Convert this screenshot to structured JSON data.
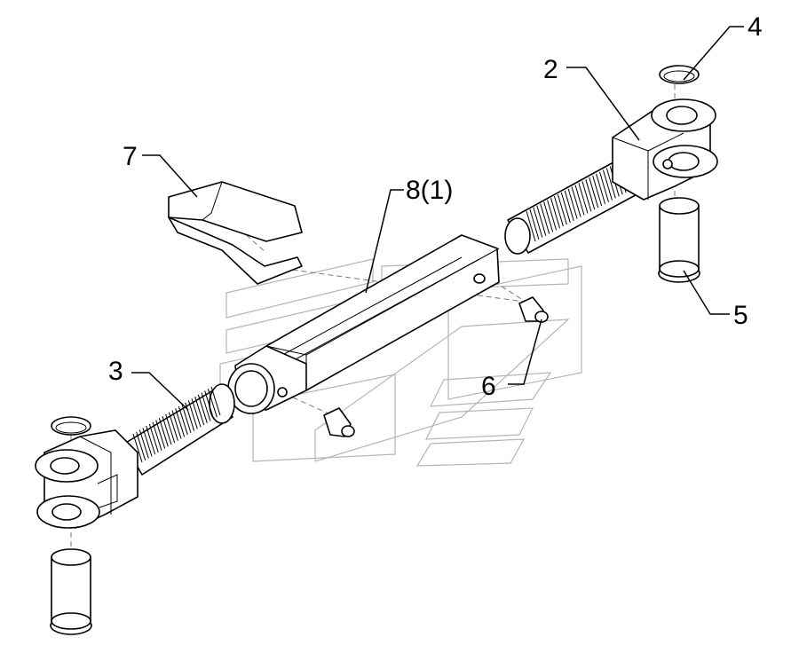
{
  "callouts": {
    "c2": "2",
    "c3": "3",
    "c4": "4",
    "c5": "5",
    "c6": "6",
    "c7": "7",
    "c8": "8(1)"
  },
  "colors": {
    "line": "#000000",
    "watermark": "#b5b5b5",
    "background": "#ffffff"
  }
}
